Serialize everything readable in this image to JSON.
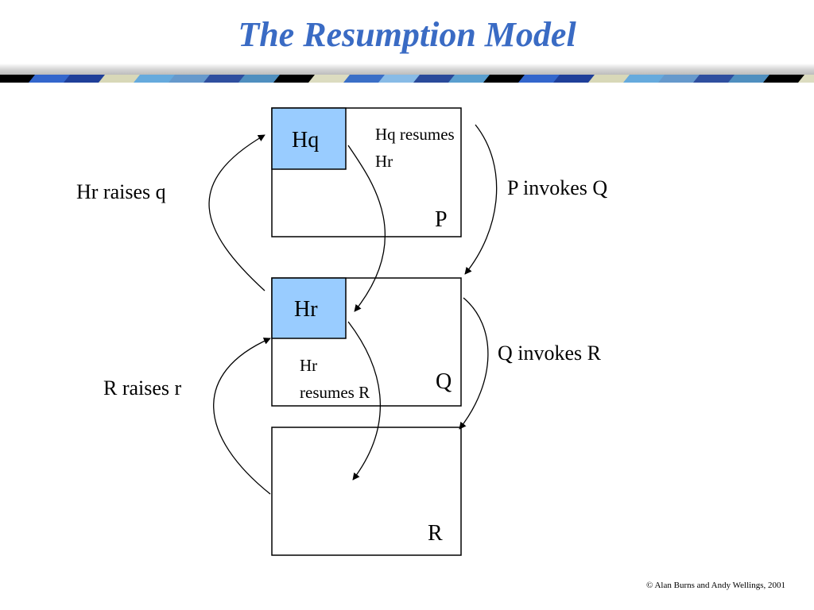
{
  "title": "The Resumption Model",
  "colors": {
    "title": "#3a6bc4",
    "handler_fill": "#99ccff"
  },
  "boxes": {
    "p": {
      "label": "P",
      "handler": "Hq"
    },
    "q": {
      "label": "Q",
      "handler": "Hr"
    },
    "r": {
      "label": "R"
    }
  },
  "annotations": {
    "hq_resumes_hr": [
      "Hq resumes",
      "Hr"
    ],
    "hr_resumes_r": [
      "Hr",
      "resumes R"
    ],
    "hr_raises_q": "Hr raises q",
    "r_raises_r": "R raises r",
    "p_invokes_q": "P invokes Q",
    "q_invokes_r": "Q invokes R"
  },
  "copyright": "© Alan Burns and Andy Wellings, 2001"
}
